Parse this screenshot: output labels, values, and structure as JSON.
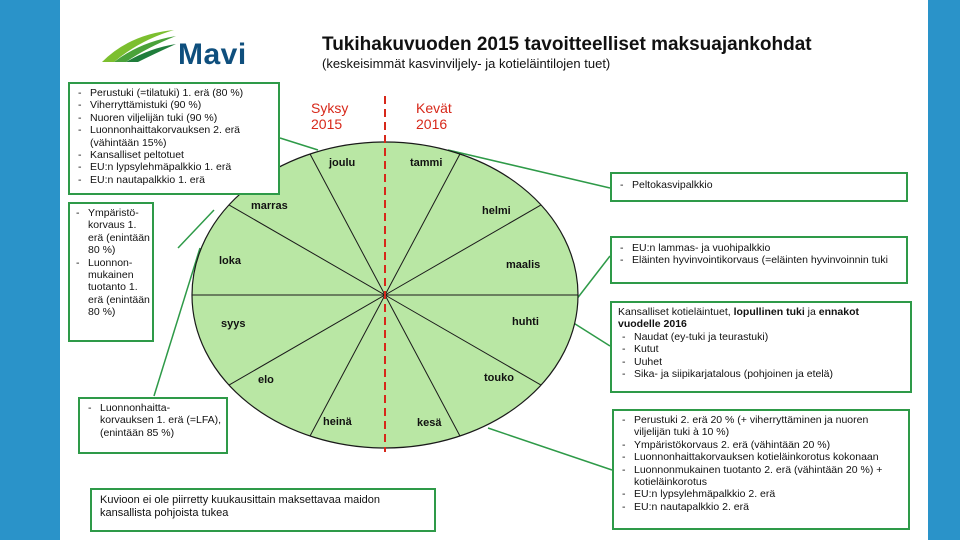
{
  "title": "Tukihakuvuoden 2015 tavoitteelliset maksuajankohdat",
  "subtitle": "(keskeisimmät kasvinviljely- ja kotieläintilojen tuet)",
  "logo_text": "Mavi",
  "season_left": {
    "name": "Syksy",
    "year": "2015"
  },
  "season_right": {
    "name": "Kevät",
    "year": "2016"
  },
  "months": [
    "tammi",
    "helmi",
    "maalis",
    "huhti",
    "touko",
    "kesä",
    "heinä",
    "elo",
    "syys",
    "loka",
    "marras",
    "joulu"
  ],
  "boxes": {
    "top_left": [
      "Perustuki (=tilatuki) 1. erä (80 %)",
      "Viherryttämistuki (90 %)",
      "Nuoren viljelijän tuki (90 %)",
      "Luonnonhaittakorvauksen 2. erä (vähintään 15%)",
      "Kansalliset peltotuet",
      "EU:n lypsylehmäpalkkio 1. erä",
      "EU:n nautapalkkio 1. erä"
    ],
    "mid_left": [
      "Ympäristö-korvaus 1. erä (enintään 80 %)",
      "Luonnon-mukainen tuotanto 1. erä (enintään 80 %)"
    ],
    "bottom_left": [
      "Luonnonhaitta-korvauksen 1. erä (=LFA), (enintään 85 %)"
    ],
    "note": "Kuvioon ei ole piirretty kuukausittain maksettavaa maidon kansallista pohjoista tukea",
    "right_1": [
      "Peltokasvipalkkio"
    ],
    "right_2": [
      "EU:n lammas- ja vuohipalkkio",
      "Eläinten hyvinvointikorvaus (=eläinten hyvinvoinnin tuki"
    ],
    "right_3_head_a": "Kansalliset kotieläintuet, ",
    "right_3_head_b": "lopullinen tuki ",
    "right_3_head_c": "ja ",
    "right_3_head_d": "ennakot vuodelle 2016",
    "right_3": [
      "Naudat (ey-tuki ja teurastuki)",
      "Kutut",
      "Uuhet",
      "Sika- ja siipikarjatalous (pohjoinen ja etelä)"
    ],
    "right_4": [
      "Perustuki 2. erä 20 % (+ viherryttäminen ja nuoren viljelijän tuki à 10 %)",
      "Ympäristökorvaus 2. erä (vähintään 20 %)",
      "Luonnonhaittakorvauksen kotieläinkorotus kokonaan",
      "Luonnonmukainen tuotanto 2. erä (vähintään 20 %) + kotieläinkorotus",
      "EU:n lypsylehmäpalkkio 2. erä",
      "EU:n nautapalkkio 2. erä"
    ]
  },
  "colors": {
    "frame": "#2a93c9",
    "box_border": "#2e9a48",
    "wheel_fill": "#b9e7a4",
    "divider": "#d7281a"
  }
}
